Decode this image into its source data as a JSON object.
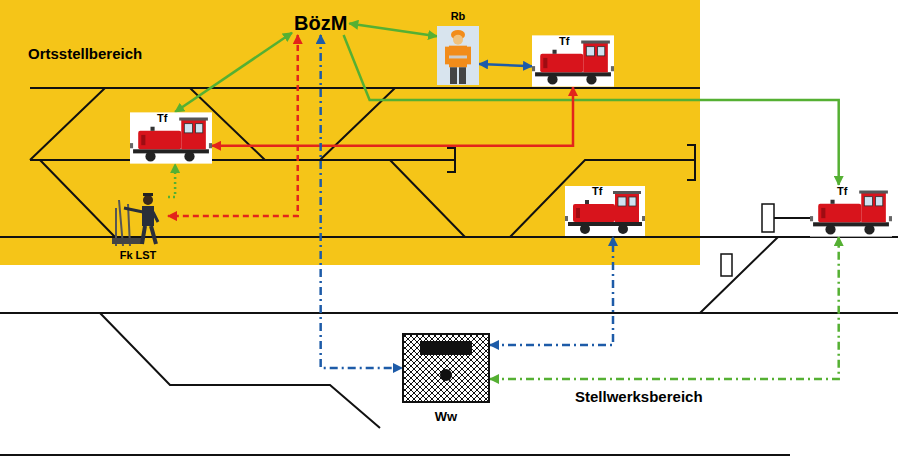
{
  "diagram": {
    "nodes": [
      {
        "text": [
          "Ortsstellbereich"
        ]
      },
      {
        "text": [
          "BözM"
        ],
        "in": 0
      },
      {
        "text": [
          "Rb"
        ],
        "in": 0
      },
      {
        "text": [
          "Tf"
        ],
        "in": 0
      },
      {
        "text": [
          "Tf"
        ],
        "in": 0
      },
      {
        "text": [
          "Fk LST"
        ],
        "in": 0
      },
      {
        "text": [
          "Tf"
        ],
        "in": 0
      },
      {
        "text": [
          "Tf"
        ]
      },
      {
        "text": [
          "Ww"
        ]
      }
    ],
    "edges": [
      {
        "from": 1,
        "to": 4,
        "arrow": "both"
      },
      {
        "from": 1,
        "to": 2,
        "arrow": "both"
      },
      {
        "from": 2,
        "to": 3,
        "arrow": "both"
      },
      {
        "from": 1,
        "to": 7,
        "arrow": "to"
      },
      {
        "from": 3,
        "to": 4,
        "arrow": "both"
      },
      {
        "from": 1,
        "to": 5,
        "arrow": "both"
      },
      {
        "from": 5,
        "to": 4,
        "arrow": "to"
      },
      {
        "from": 1,
        "to": 8,
        "arrow": "both"
      },
      {
        "from": 8,
        "to": 6,
        "arrow": "both"
      },
      {
        "from": 8,
        "to": 7,
        "arrow": "both"
      }
    ],
    "labels": [
      "Stellwerksbereich"
    ]
  }
}
